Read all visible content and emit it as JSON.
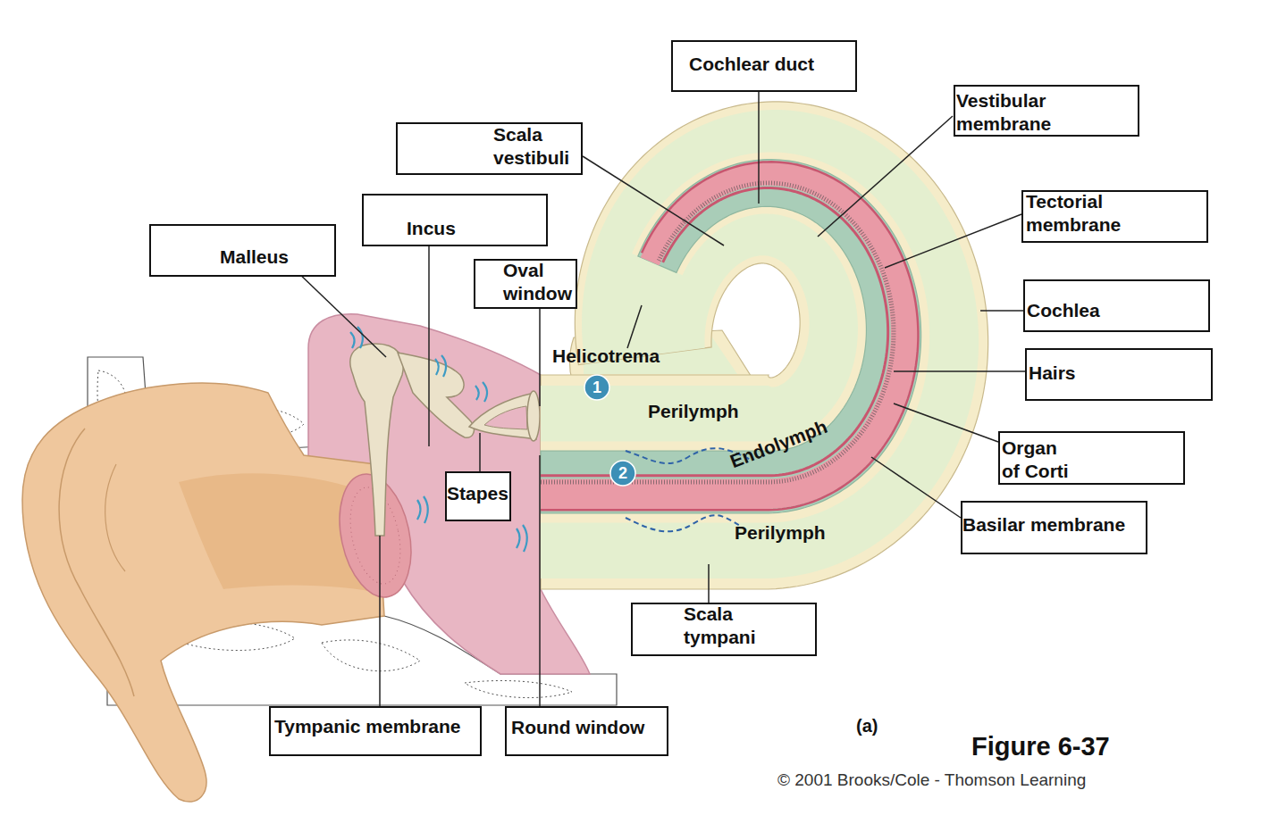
{
  "diagram": {
    "nodes": [
      {
        "text": [
          "Cochlear duct"
        ]
      },
      {
        "text": [
          "Vestibular membrane"
        ]
      },
      {
        "text": [
          "Scala vestibuli"
        ]
      },
      {
        "text": [
          "Tectorial membrane"
        ]
      },
      {
        "text": [
          "Incus"
        ]
      },
      {
        "text": [
          "Malleus"
        ]
      },
      {
        "text": [
          "Oval window"
        ]
      },
      {
        "text": [
          "Cochlea"
        ]
      },
      {
        "text": [
          "Hairs"
        ]
      },
      {
        "text": [
          "1"
        ]
      },
      {
        "text": [
          "Organ of Corti"
        ]
      },
      {
        "text": [
          "2"
        ]
      },
      {
        "text": [
          "Stapes"
        ]
      },
      {
        "text": [
          "Basilar membrane"
        ]
      },
      {
        "text": [
          "Scala tympani"
        ]
      },
      {
        "text": [
          "Tympanic membrane"
        ]
      },
      {
        "text": [
          "Round window"
        ]
      }
    ],
    "labels": [
      "Helicotrema",
      "Perilymph",
      "Endolymph",
      "Perilymph",
      "(a)",
      "Figure 6-37",
      "© 2001 Brooks/Cole - Thomson Learning"
    ]
  }
}
